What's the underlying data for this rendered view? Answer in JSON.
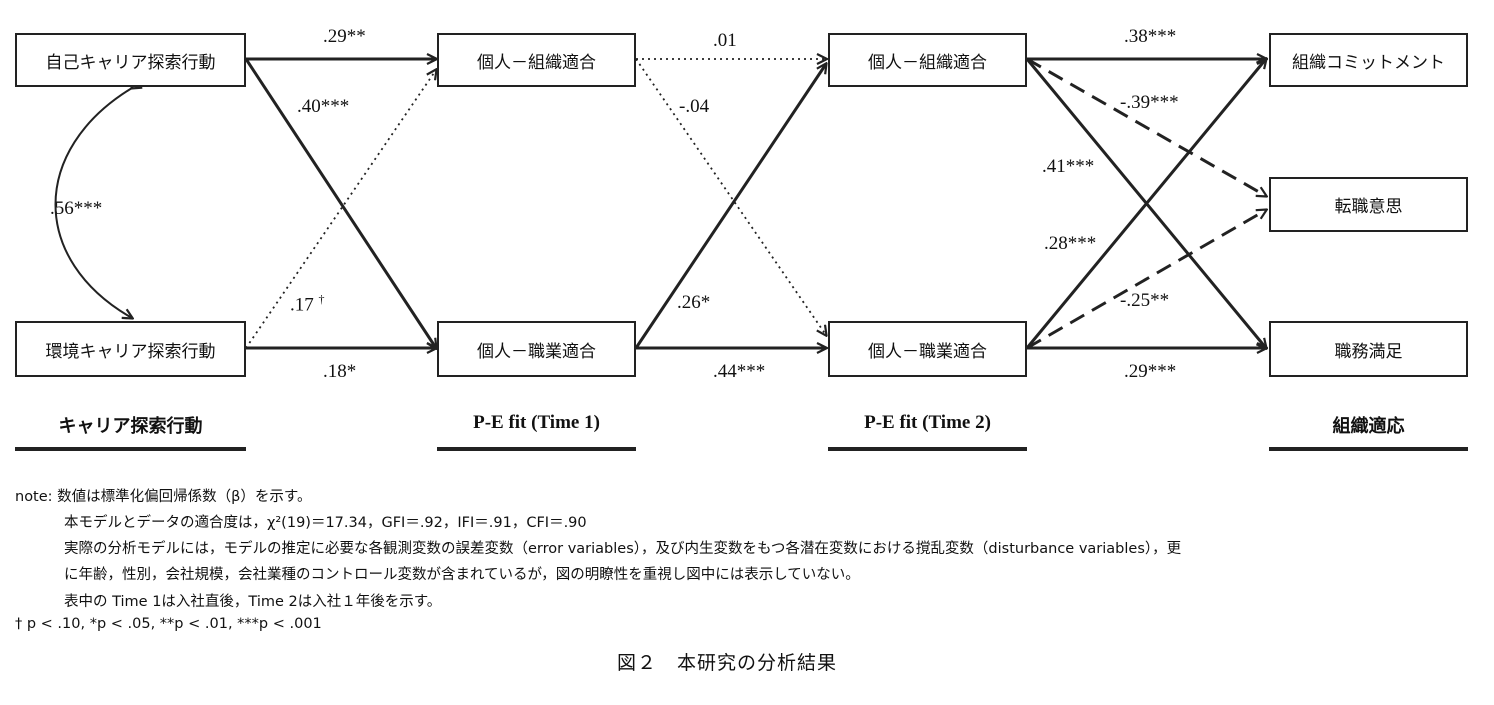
{
  "nodes": {
    "self_exploration": "自己キャリア探索行動",
    "env_exploration": "環境キャリア探索行動",
    "po_fit_t1": "個人－組織適合",
    "pj_fit_t1": "個人－職業適合",
    "po_fit_t2": "個人－組織適合",
    "pj_fit_t2": "個人－職業適合",
    "commitment": "組織コミットメント",
    "turnover": "転職意思",
    "job_satisfaction": "職務満足"
  },
  "coefficients": {
    "self_po": ".29**",
    "self_pj": ".40***",
    "corr": ".56***",
    "env_po": ".17",
    "env_po_mark": "†",
    "env_pj": ".18*",
    "po_po": ".01",
    "po_pj": "-.04",
    "pj_po": ".26*",
    "pj_pj": ".44***",
    "po2_commit": ".38***",
    "po2_turn": "-.39***",
    "po2_sat": ".41***",
    "pj2_commit": ".28***",
    "pj2_turn": "-.25**",
    "pj2_sat": ".29***"
  },
  "headers": {
    "career": "キャリア探索行動",
    "time1": "P-E fit (Time 1)",
    "time2": "P-E fit (Time 2)",
    "adaptation": "組織適応"
  },
  "notes": {
    "line1": "note: 数値は標準化偏回帰係数（β）を示す。",
    "line2": "本モデルとデータの適合度は，χ²(19)＝17.34，GFI＝.92，IFI＝.91，CFI＝.90",
    "line3": "実際の分析モデルには，モデルの推定に必要な各観測変数の誤差変数（error variables），及び内生変数をもつ各潜在変数における撹乱変数（disturbance variables），更",
    "line4": "に年齢，性別，会社規模，会社業種のコントロール変数が含まれているが，図の明瞭性を重視し図中には表示していない。",
    "line5": "表中の Time 1は入社直後，Time 2は入社１年後を示す。",
    "line6": "† p < .10,  *p < .05,  **p < .01,  ***p < .001"
  },
  "caption": "図２　本研究の分析結果"
}
